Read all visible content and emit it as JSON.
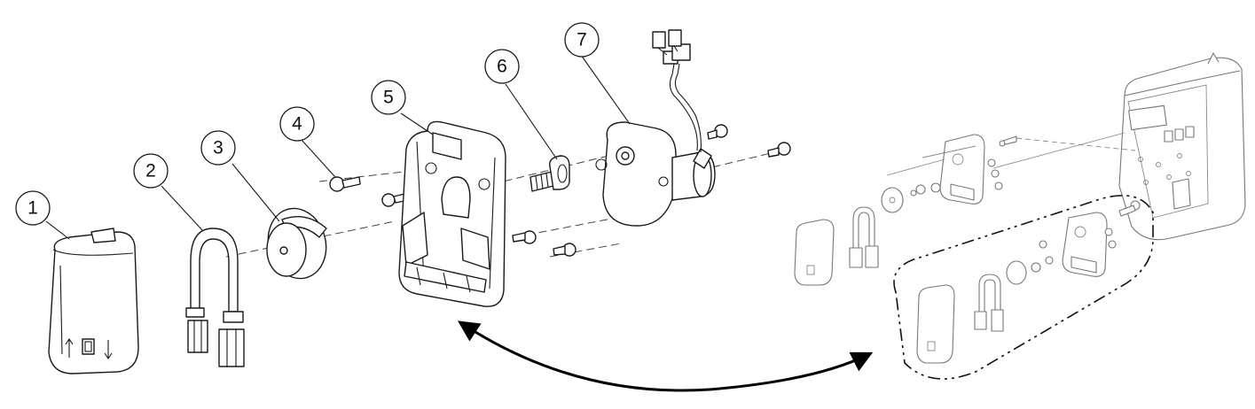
{
  "callouts": [
    {
      "label": "1"
    },
    {
      "label": "2"
    },
    {
      "label": "3"
    },
    {
      "label": "4"
    },
    {
      "label": "5"
    },
    {
      "label": "6"
    },
    {
      "label": "7"
    }
  ]
}
